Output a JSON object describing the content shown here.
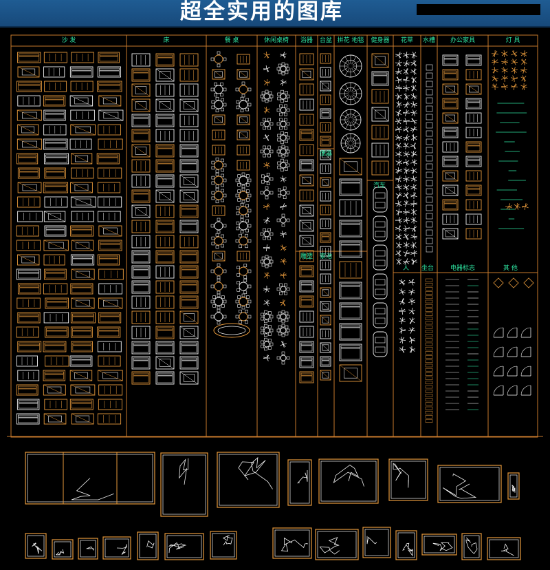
{
  "banner": {
    "title": "超全实用的图库"
  },
  "categories": [
    {
      "key": "sofa",
      "label": "沙 发"
    },
    {
      "key": "bed",
      "label": "床"
    },
    {
      "key": "dining",
      "label": "餐 桌"
    },
    {
      "key": "leisure",
      "label": "休闲桌椅"
    },
    {
      "key": "bath",
      "label": "浴器"
    },
    {
      "key": "vanity",
      "label": "台盆"
    },
    {
      "key": "carpet",
      "label": "拼花 地毯"
    },
    {
      "key": "fitness",
      "label": "健身器"
    },
    {
      "key": "plants",
      "label": "花草"
    },
    {
      "key": "water",
      "label": "水槽"
    },
    {
      "key": "office",
      "label": "办公家具"
    },
    {
      "key": "lamps",
      "label": "灯 具"
    }
  ],
  "sub_labels": {
    "appliance": "便器",
    "car": "汽车",
    "sculpture": "雕塑",
    "appliance2": "家池",
    "person": "人",
    "toilet": "坐台",
    "electric": "电器标志",
    "other": "其 他"
  },
  "colors": {
    "frame": "#c87a2c",
    "orange": "#e79a3c",
    "white": "#f2f2f2",
    "green": "#2ee3a0",
    "banner": "#1c5588"
  }
}
